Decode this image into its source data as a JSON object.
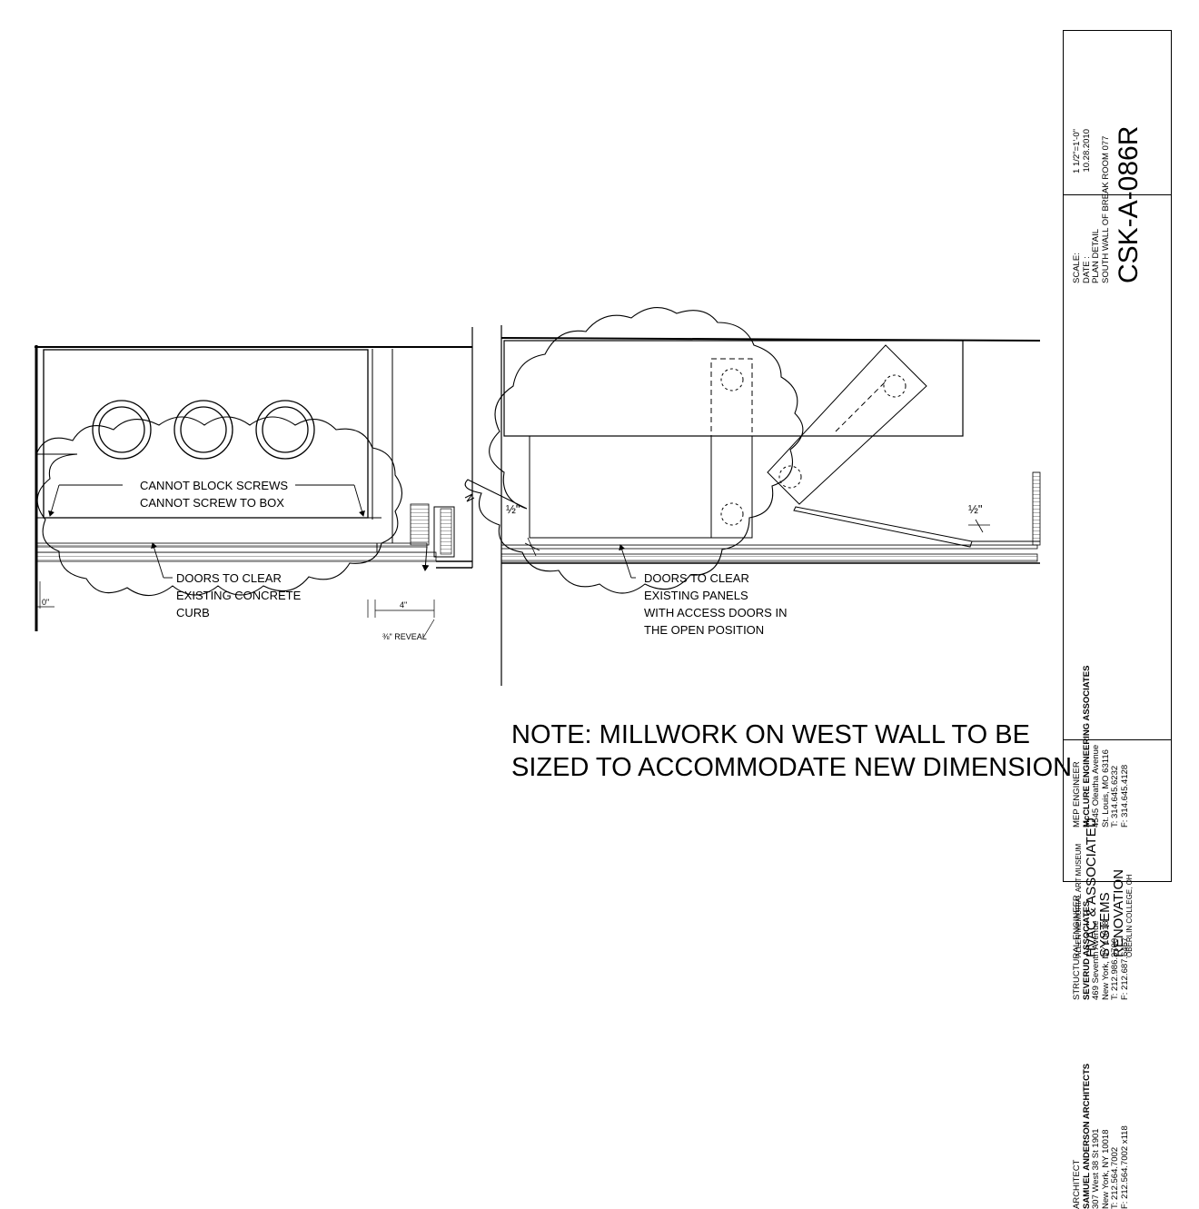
{
  "callouts": {
    "cannot_block_screws": "CANNOT BLOCK SCREWS",
    "cannot_screw_to_box": "CANNOT SCREW TO BOX",
    "doors_clear_curb_1": "DOORS TO CLEAR",
    "doors_clear_curb_2": "EXISTING CONCRETE",
    "doors_clear_curb_3": "CURB",
    "doors_clear_panels_1": "DOORS TO CLEAR",
    "doors_clear_panels_2": "EXISTING PANELS",
    "doors_clear_panels_3": "WITH ACCESS DOORS IN",
    "doors_clear_panels_4": "THE OPEN POSITION"
  },
  "dimensions": {
    "zero": "0\"",
    "four": "4\"",
    "reveal": "⅜\" REVEAL",
    "half_left": "½\"",
    "half_right": "½\""
  },
  "note": {
    "line1": "NOTE: MILLWORK ON WEST WALL TO BE",
    "line2": "SIZED TO ACCOMMODATE NEW DIMENSION"
  },
  "title_block": {
    "project": {
      "client": "ALLEN MEMORIAL ART MUSEUM",
      "title1": "HVAC & ASSOCIATED",
      "title2": "SYSTEMS",
      "title3": "RENOVATION",
      "location": "OBERLIN COLLEGE, OH"
    },
    "architect": {
      "role": "ARCHITECT",
      "firm": "SAMUEL ANDERSON ARCHITECTS",
      "address1": "307 West 38 St 1901",
      "address2": "New York, NY 10018",
      "phone": "T: 212.564.7002",
      "fax": "F: 212.564.7002 x118"
    },
    "structural": {
      "role": "STRUCTURAL ENGINEER",
      "firm": "SEVERUD ASSOCIATES",
      "address1": "469 Seventh Avenue",
      "address2": "New York, NY 10018",
      "phone": "T: 212.986.3700",
      "fax": "F: 212.687.6467"
    },
    "mep": {
      "role": "MEP ENGINEER",
      "firm": "McCLURE ENGINEERING ASSOCIATES",
      "address1": "4545 Oleatha Avenue",
      "address2": "St. Louis, MO 63116",
      "phone": "T: 314.645.6232",
      "fax": "F: 314.645.4128"
    },
    "sheet_info": {
      "scale_label": "SCALE:",
      "scale_value": "1 1/2\"=1'-0\"",
      "date_label": "DATE :",
      "date_value": "10.28.2010",
      "detail1": "PLAN DETAIL",
      "detail2": "SOUTH WALL OF BREAK ROOM 077"
    },
    "sheet_number": "CSK-A-086R"
  }
}
